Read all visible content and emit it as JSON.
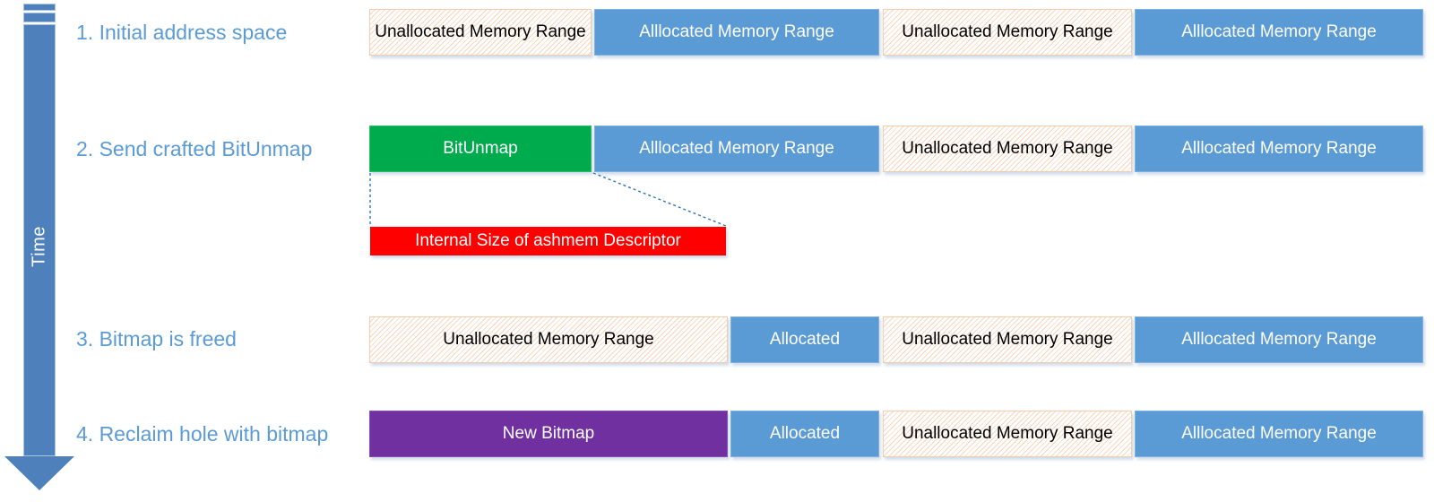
{
  "time_axis": {
    "label": "Time",
    "color": "#4e81bb"
  },
  "colors": {
    "allocated_blue": "#5b9bd5",
    "bitunmap_green": "#00ab4e",
    "new_bitmap_purple": "#7030a0",
    "annotation_red": "#ff0000",
    "hatch_stripe": "#f7d6bd",
    "step_label_blue": "#5b9bd5",
    "connector_blue": "#2e74b5"
  },
  "steps": [
    {
      "label": "1. Initial address space",
      "blocks": [
        {
          "type": "unallocated",
          "label": "Unallocated Memory Range"
        },
        {
          "type": "allocated",
          "label": "Alllocated Memory Range"
        },
        {
          "type": "unallocated",
          "label": "Unallocated Memory Range"
        },
        {
          "type": "allocated",
          "label": "Alllocated Memory Range"
        }
      ]
    },
    {
      "label": "2. Send crafted BitUnmap",
      "blocks": [
        {
          "type": "bitunmap",
          "label": "BitUnmap"
        },
        {
          "type": "allocated",
          "label": "Alllocated Memory Range"
        },
        {
          "type": "unallocated",
          "label": "Unallocated Memory Range"
        },
        {
          "type": "allocated",
          "label": "Alllocated Memory Range"
        }
      ]
    },
    {
      "label": "3. Bitmap is freed",
      "blocks": [
        {
          "type": "unallocated",
          "label": "Unallocated Memory Range"
        },
        {
          "type": "allocated",
          "label": "Allocated"
        },
        {
          "type": "unallocated",
          "label": "Unallocated Memory Range"
        },
        {
          "type": "allocated",
          "label": "Alllocated Memory Range"
        }
      ]
    },
    {
      "label": "4. Reclaim hole with bitmap",
      "blocks": [
        {
          "type": "new_bitmap",
          "label": "New Bitmap"
        },
        {
          "type": "allocated",
          "label": "Allocated"
        },
        {
          "type": "unallocated",
          "label": "Unallocated Memory Range"
        },
        {
          "type": "allocated",
          "label": "Alllocated Memory Range"
        }
      ]
    }
  ],
  "annotation": {
    "label": "Internal Size of ashmem Descriptor"
  }
}
